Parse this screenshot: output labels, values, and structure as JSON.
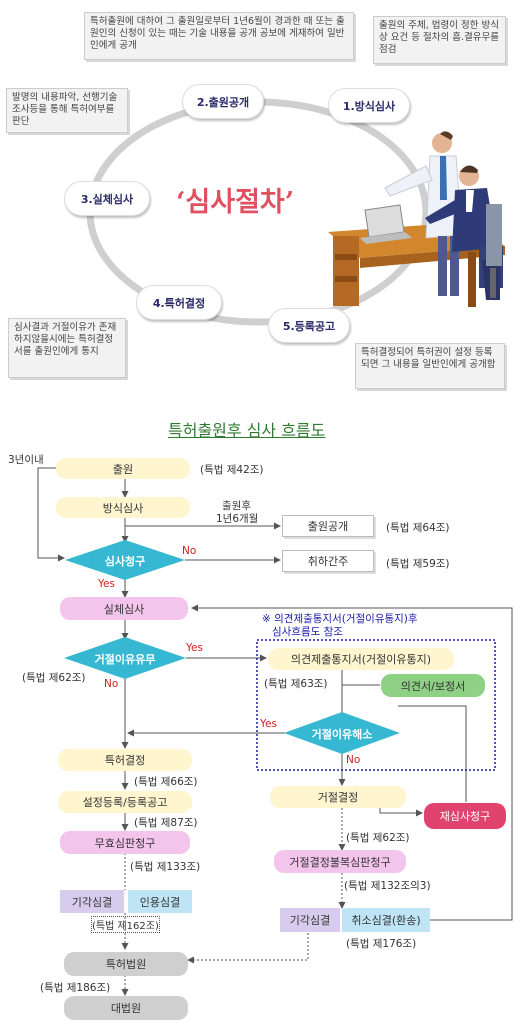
{
  "top": {
    "title": "‘심사절차’",
    "notes": {
      "top_center": "특허출원에 대하여 그 출원일로부터 1년6월이 경과한 때 또는 출원인의 신청이 있는 때는 기술 내용을 공개 공보에 게재하여 일반인에게 공개",
      "top_right": "출원의 주체, 법령이 정한 방식상 요건 등 절차의 흠.결유무를 점검",
      "left_top": "발명의 내용파악, 선행기술 조사등을 통해 특허여부를 판단",
      "left_bottom": "심사결과 거절이유가 존재하지않을시에는 특허결정서를 출원인에게 통지",
      "right_bottom": "특허결정되어 특허권이 설정 등록되면 그 내용을 일반인에게 공개함"
    },
    "steps": [
      "1.방식심사",
      "2.출원공개",
      "3.실체심사",
      "4.특허결정",
      "5.등록공고"
    ]
  },
  "flow": {
    "title": "특허출원후 심사 흐름도",
    "three_years": "3년이내",
    "nodes": {
      "application": "출원",
      "formality": "방식심사",
      "request": "심사청구",
      "substantive": "실체심사",
      "reason_check": "거절이유유무",
      "notice": "의견제출통지서(거절이유통지)",
      "opinion": "의견서/보정서",
      "resolved": "거절이유해소",
      "grant": "특허결정",
      "register": "설정등록/등록공고",
      "invalid": "무효심판청구",
      "dismiss1": "기각심결",
      "cite": "인용심결",
      "reject": "거절결정",
      "reexam": "재심사청구",
      "appeal": "거절결정불복심판청구",
      "dismiss2": "기각심결",
      "cancel": "취소심결(환송)",
      "patent_court": "특허법원",
      "supreme_court": "대법원",
      "publication": "출원공개",
      "withdrawn": "취하간주"
    },
    "labels": {
      "art42": "(특법 제42조)",
      "art64": "(특법 제64조)",
      "art59": "(특법 제59조)",
      "after_pub_1": "출원후",
      "after_pub_2": "1년6개월",
      "art62a": "(특법 제62조)",
      "art63": "(특법 제63조)",
      "art66": "(특법 제66조)",
      "art87": "(특법 제87조)",
      "art133": "(특법 제133조)",
      "art62b": "(특법 제62조)",
      "art132": "(특법 제132조의3)",
      "art162": "(특법 제162조)",
      "art176": "(특법 제176조)",
      "art186": "(특법 제186조)",
      "ref_1": "※ 의견제출통지서(거절이유통지)후",
      "ref_2": "심사흐름도 참조",
      "yes": "Yes",
      "no": "No"
    }
  }
}
